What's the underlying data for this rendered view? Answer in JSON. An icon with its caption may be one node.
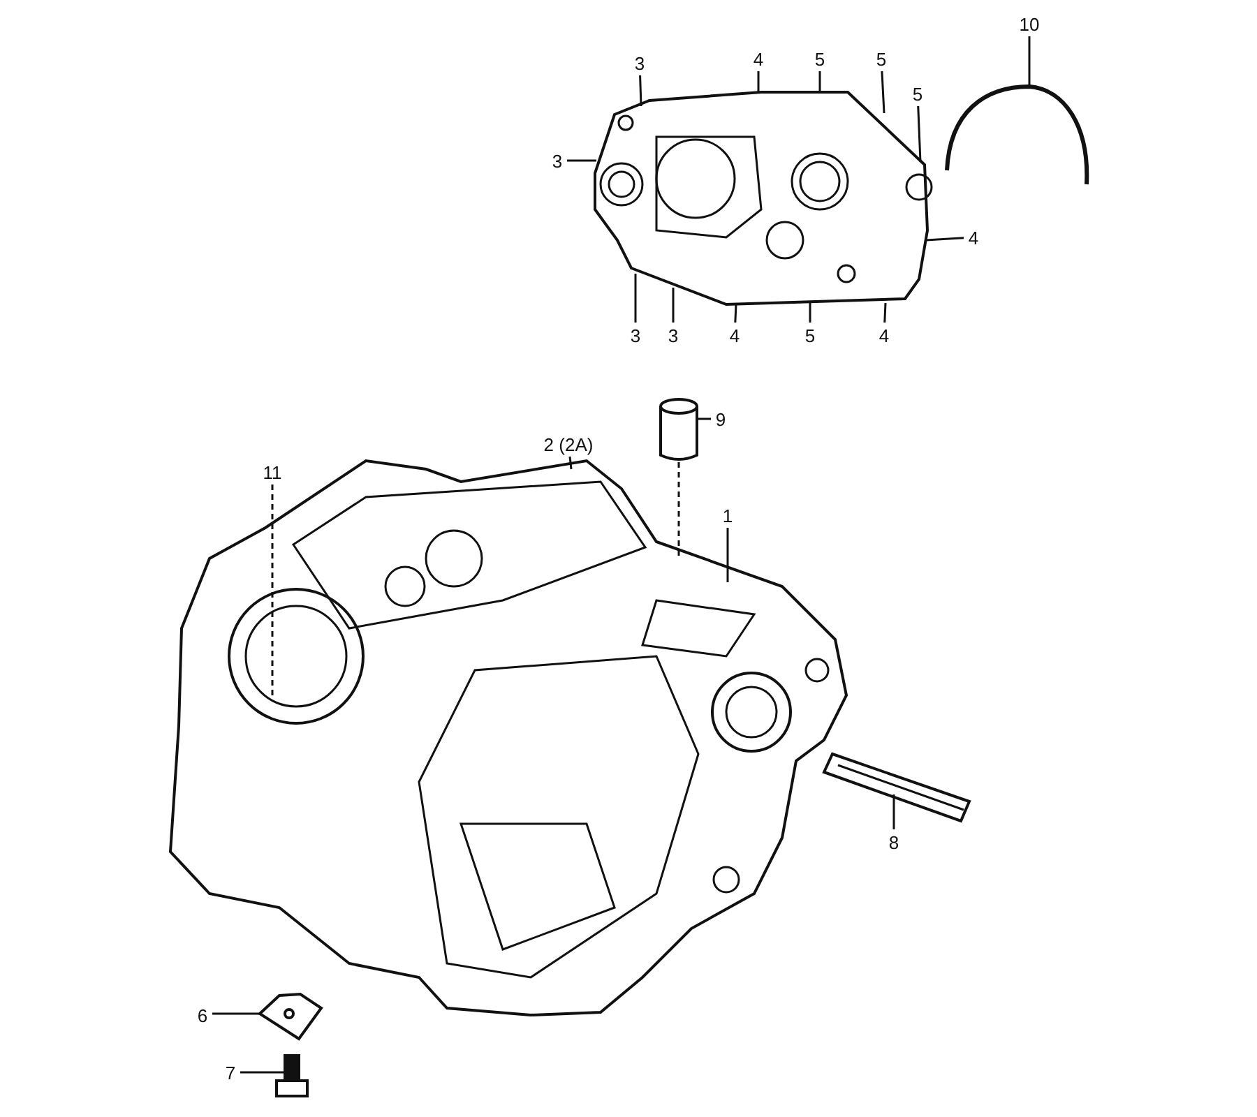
{
  "diagram": {
    "nodes": [
      {
        "text": [
          "10"
        ]
      },
      {
        "text": [
          "3"
        ]
      },
      {
        "text": [
          "4"
        ]
      },
      {
        "text": [
          "5"
        ]
      },
      {
        "text": [
          "5"
        ]
      },
      {
        "text": [
          "5"
        ]
      },
      {
        "text": [
          "3"
        ]
      },
      {
        "text": [
          "4"
        ]
      },
      {
        "text": [
          "3"
        ]
      },
      {
        "text": [
          "3"
        ]
      },
      {
        "text": [
          "4"
        ]
      },
      {
        "text": [
          "5"
        ]
      },
      {
        "text": [
          "4"
        ]
      },
      {
        "text": [
          "9"
        ]
      },
      {
        "text": [
          "2 (2A)"
        ]
      },
      {
        "text": [
          "11"
        ]
      },
      {
        "text": [
          "1"
        ]
      },
      {
        "text": [
          "8"
        ]
      },
      {
        "text": [
          "6"
        ]
      },
      {
        "text": [
          "7"
        ]
      },
      {
        "text": [],
        "shape": "picture"
      },
      {
        "text": [],
        "shape": "picture"
      },
      {
        "text": [],
        "shape": "picture"
      },
      {
        "text": [],
        "shape": "picture"
      },
      {
        "text": [],
        "shape": "picture"
      },
      {
        "text": [],
        "shape": "picture"
      },
      {
        "text": [],
        "shape": "picture"
      }
    ],
    "edges": [
      {
        "from": 0,
        "to": 21,
        "arrow": "none"
      },
      {
        "from": 1,
        "to": 20,
        "arrow": "none"
      },
      {
        "from": 2,
        "to": 20,
        "arrow": "none"
      },
      {
        "from": 3,
        "to": 20,
        "arrow": "none"
      },
      {
        "from": 4,
        "to": 20,
        "arrow": "none"
      },
      {
        "from": 5,
        "to": 20,
        "arrow": "none"
      },
      {
        "from": 6,
        "to": 20,
        "arrow": "none"
      },
      {
        "from": 7,
        "to": 20,
        "arrow": "none"
      },
      {
        "from": 8,
        "to": 20,
        "arrow": "none"
      },
      {
        "from": 9,
        "to": 20,
        "arrow": "none"
      },
      {
        "from": 10,
        "to": 20,
        "arrow": "none"
      },
      {
        "from": 11,
        "to": 20,
        "arrow": "none"
      },
      {
        "from": 12,
        "to": 20,
        "arrow": "none"
      },
      {
        "from": 13,
        "to": 22,
        "arrow": "none"
      },
      {
        "from": 14,
        "to": 23,
        "arrow": "none"
      },
      {
        "from": 15,
        "to": 23,
        "arrow": "none",
        "style": "dashed"
      },
      {
        "from": 16,
        "to": 23,
        "arrow": "none"
      },
      {
        "from": 17,
        "to": 24,
        "arrow": "none"
      },
      {
        "from": 18,
        "to": 25,
        "arrow": "none"
      },
      {
        "from": 19,
        "to": 26,
        "arrow": "none"
      },
      {
        "from": 22,
        "to": 23,
        "arrow": "none",
        "style": "dashed"
      }
    ]
  }
}
